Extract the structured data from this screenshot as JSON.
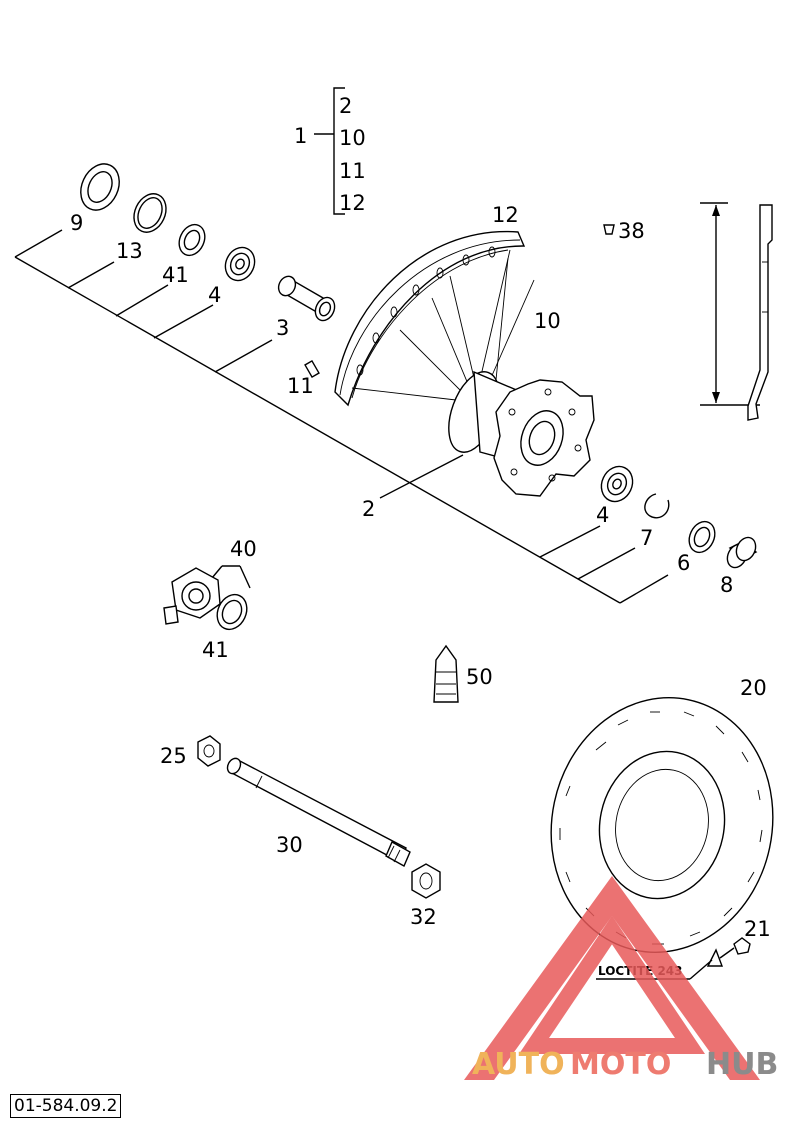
{
  "diagram": {
    "set_parent": "1",
    "set_children": [
      "2",
      "10",
      "11",
      "12"
    ],
    "callouts": {
      "c9": "9",
      "c13": "13",
      "c41a": "41",
      "c4a": "4",
      "c3": "3",
      "c11": "11",
      "c2": "2",
      "c12": "12",
      "c10": "10",
      "c38": "38",
      "c4b": "4",
      "c7": "7",
      "c6": "6",
      "c8": "8",
      "c40": "40",
      "c41b": "41",
      "c50": "50",
      "c20": "20",
      "c25": "25",
      "c30": "30",
      "c32": "32",
      "c21": "21"
    },
    "note": "LOCTITE 243",
    "doc_number": "01-584.09.2"
  },
  "watermark": {
    "auto": "AUTO",
    "moto": "MOTO",
    "hub": "HUB",
    "colors": {
      "auto": "#f0b35a",
      "moto": "#ee7b70",
      "hub": "#8b8b8b",
      "triangle": "#e85a5a"
    }
  }
}
